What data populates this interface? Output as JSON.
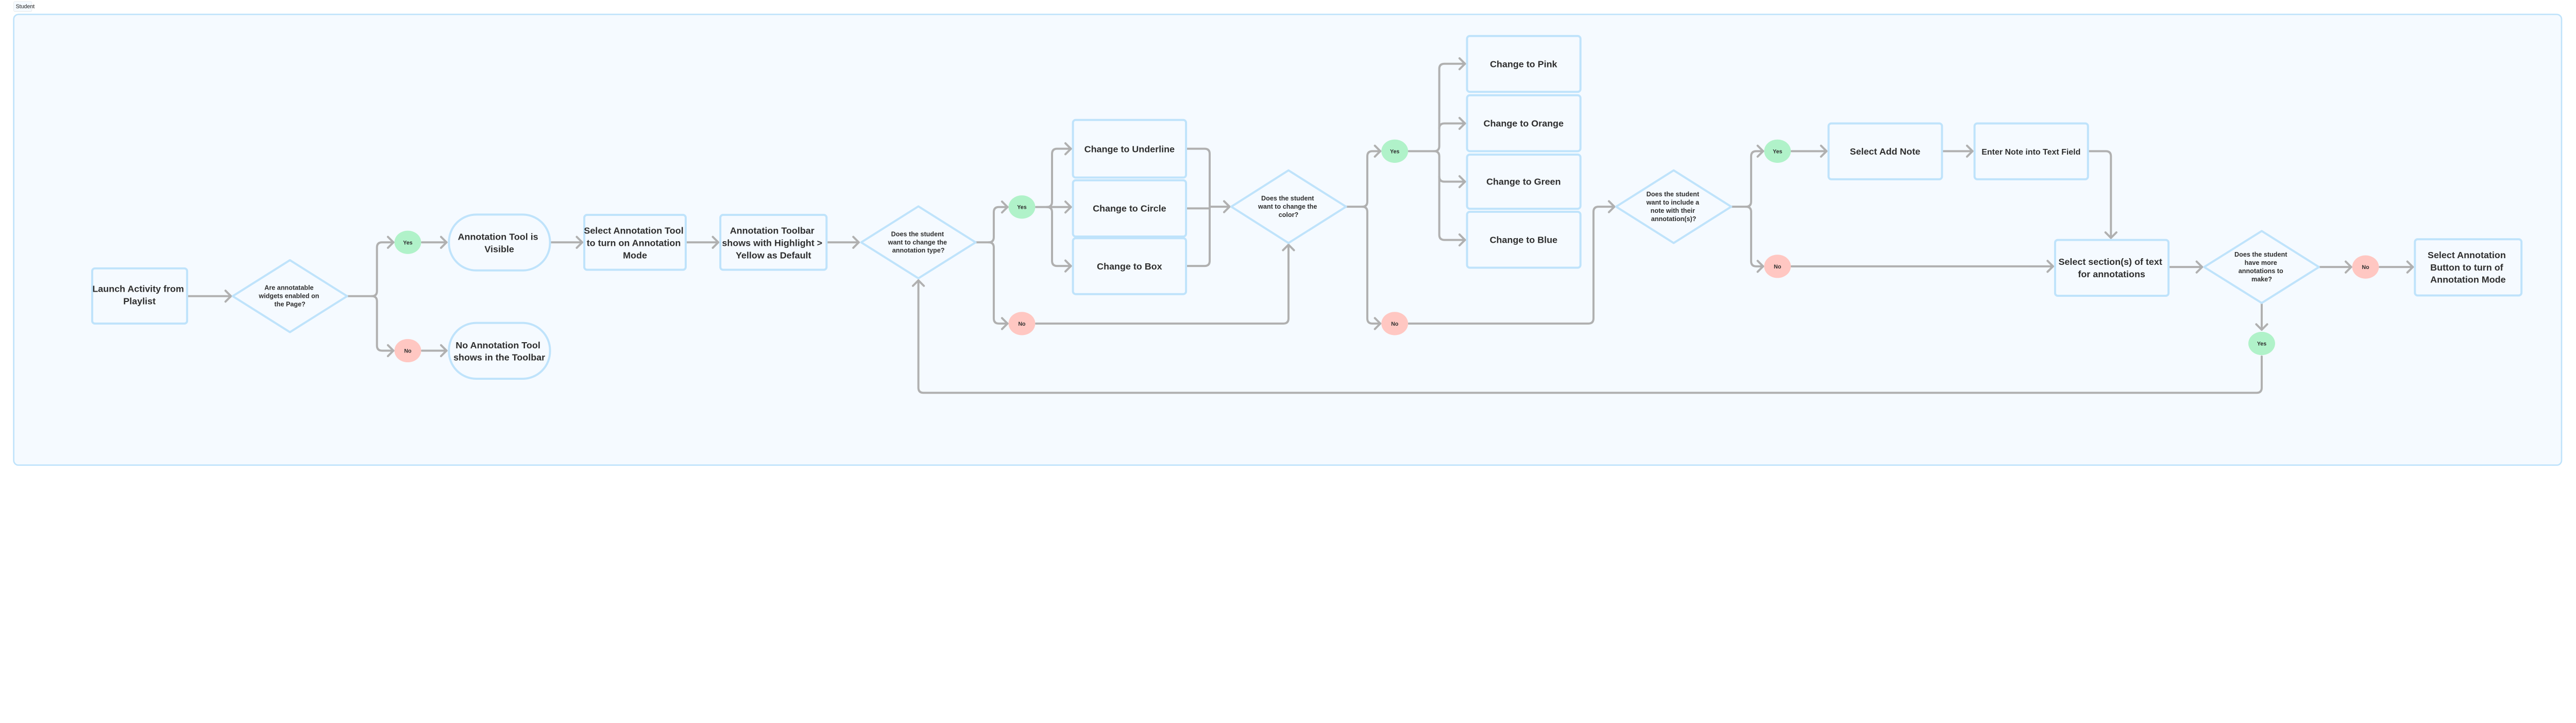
{
  "section_label": "Student",
  "colors": {
    "frame_fill": "#f5faff",
    "node_border": "#bfe3fb",
    "connector": "#b0b0b0",
    "yes_pill": "#b0f2c9",
    "no_pill": "#ffc7c2",
    "text": "#2e2e2e"
  },
  "nodes": {
    "launch": [
      "Launch Activity from",
      "Playlist"
    ],
    "d_widgets": [
      "Are annotatable",
      "widgets enabled on",
      "the Page?"
    ],
    "visible": [
      "Annotation Tool is",
      "Visible"
    ],
    "no_tool": [
      "No Annotation Tool",
      "shows in the Toolbar"
    ],
    "select_tool": [
      "Select Annotation Tool",
      "to turn on Annotation",
      "Mode"
    ],
    "toolbar": [
      "Annotation Toolbar",
      "shows with Highlight >",
      "Yellow as Default"
    ],
    "d_type": [
      "Does the student",
      "want to change the",
      "annotation type?"
    ],
    "underline": [
      "Change to Underline"
    ],
    "circle": [
      "Change to Circle"
    ],
    "box": [
      "Change to Box"
    ],
    "d_color": [
      "Does the student",
      "want to change the",
      "color?"
    ],
    "pink": [
      "Change to Pink"
    ],
    "orange": [
      "Change to Orange"
    ],
    "green": [
      "Change to Green"
    ],
    "blue": [
      "Change to Blue"
    ],
    "d_note": [
      "Does the student",
      "want to include a",
      "note with their",
      "annotation(s)?"
    ],
    "add_note": [
      "Select Add Note"
    ],
    "enter_note": [
      "Enter Note into Text Field"
    ],
    "select_section": [
      "Select section(s) of text",
      "for annotations"
    ],
    "d_more": [
      "Does the student",
      "have more",
      "annotations to",
      "make?"
    ],
    "final": [
      "Select Annotation",
      "Button to turn of",
      "Annotation Mode"
    ]
  },
  "pills": {
    "yes": "Yes",
    "no": "No"
  }
}
